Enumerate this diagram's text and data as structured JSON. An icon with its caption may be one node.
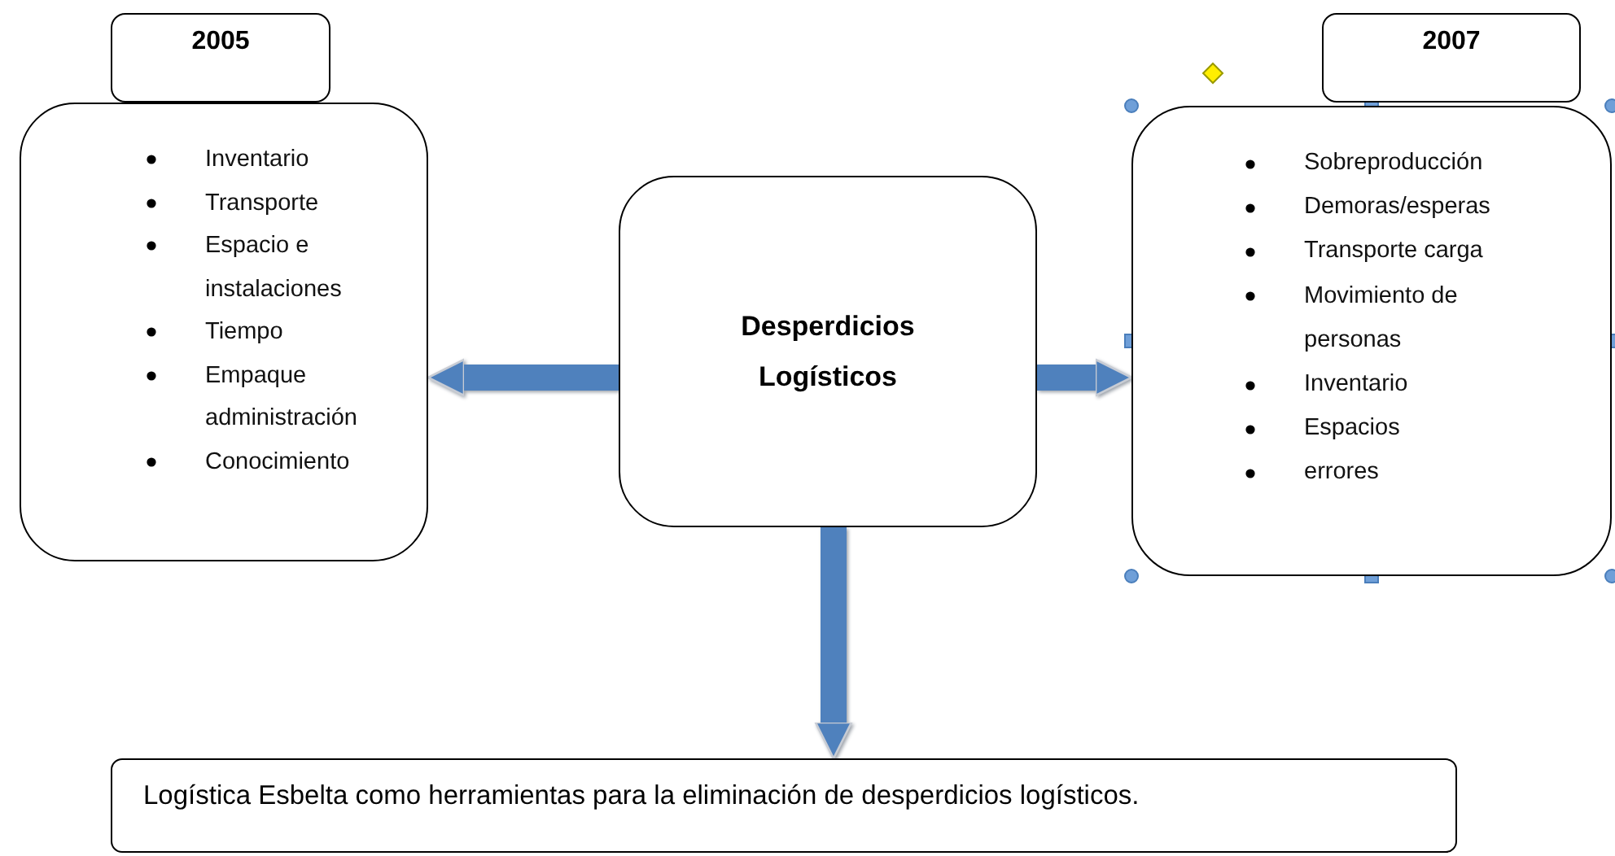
{
  "diagram": {
    "nodes": [
      {
        "text": [
          "2005"
        ]
      },
      {
        "text": [
          "Inventario",
          "Transporte",
          "Espacio e instalaciones",
          "Tiempo",
          "Empaque administración",
          "Conocimiento"
        ]
      },
      {
        "text": [
          "Desperdicios Logísticos"
        ]
      },
      {
        "text": [
          "2007"
        ]
      },
      {
        "text": [
          "Sobreproducción",
          "Demoras/esperas",
          "Transporte carga",
          "Movimiento de personas",
          "Inventario",
          "Espacios",
          "errores"
        ]
      },
      {
        "text": [
          "Logística Esbelta como herramientas para la eliminación de desperdicios logísticos."
        ]
      }
    ],
    "edges": [
      {
        "from": 2,
        "to": 1,
        "arrow": "to"
      },
      {
        "from": 2,
        "to": 4,
        "arrow": "to"
      },
      {
        "from": 2,
        "to": 5,
        "arrow": "to"
      }
    ]
  }
}
